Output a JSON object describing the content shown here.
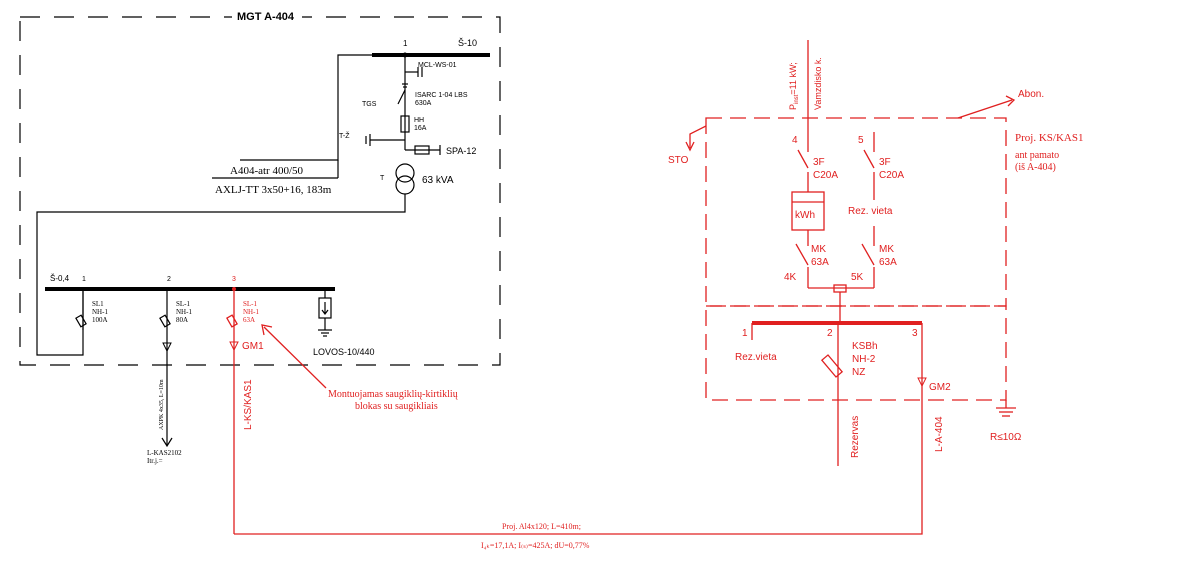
{
  "left": {
    "title": "MGT A-404",
    "hv_bus": "Š-10",
    "hv_node": "1",
    "mcl": "MCL-WS-01",
    "isarc_1": "ISARC 1-04 LBS",
    "isarc_2": "630A",
    "tgs": "TGS",
    "hh_1": "HH",
    "hh_2": "16A",
    "tz": "T-Ž",
    "spa": "SPA-12",
    "t_label": "T",
    "t_power": "63 kVA",
    "cable_1": "A404-atr 400/50",
    "cable_2": "AXLJ-TT 3x50+16, 183m",
    "lv_bus": "Š-0,4",
    "n1": "1",
    "n2": "2",
    "n3": "3",
    "f1_a": "SL1",
    "f1_b": "NH-1",
    "f1_c": "100A",
    "f2_a": "SL-1",
    "f2_b": "NH-1",
    "f2_c": "80A",
    "f3_a": "SL-1",
    "f3_b": "NH-1",
    "f3_c": "63A",
    "gm1": "GM1",
    "lovos": "LOVOS-10/440",
    "cable_axpk": "AXPK 4x35, L=10m",
    "lkas_1": "L-KAS2102",
    "lkas_2": "Itr.j.=",
    "lkskas": "L-KS/KAS1",
    "note_1": "Montuojamas saugiklių-kirtiklių",
    "note_2": "blokas su saugikliais",
    "cable_proj_1": "Proj. Al4x120; L=410m;",
    "cable_proj_2": "I₄ₖ=17,1A; I₍ₛ₎=425A; dU=0,77%"
  },
  "right": {
    "pinst_1": "P",
    "pinst_sub": "inst",
    "pinst_2": "=11 kW;",
    "vamzd": "Vamzdisko k.",
    "abon": "Abon.",
    "sto": "STO",
    "proj_1": "Proj. KS/KAS1",
    "proj_2": "ant pamato",
    "proj_3": "(iš A-404)",
    "n4": "4",
    "n5": "5",
    "b4_a": "3F",
    "b4_b": "C20A",
    "b5_a": "3F",
    "b5_b": "C20A",
    "kwh": "kWh",
    "rez_vieta": "Rez. vieta",
    "mk4_a": "MK",
    "mk4_b": "63A",
    "mk5_a": "MK",
    "mk5_b": "63A",
    "k4": "4K",
    "k5": "5K",
    "bn1": "1",
    "bn2": "2",
    "bn3": "3",
    "rez_vieta2": "Rez.vieta",
    "ksbh_1": "KSBh",
    "ksbh_2": "NH-2",
    "ksbh_3": "NZ",
    "gm2": "GM2",
    "rezervas": "Rezervas",
    "la404": "L-A-404",
    "r": "R≤10Ω"
  },
  "colors": {
    "black": "#000000",
    "red": "#e02020"
  }
}
